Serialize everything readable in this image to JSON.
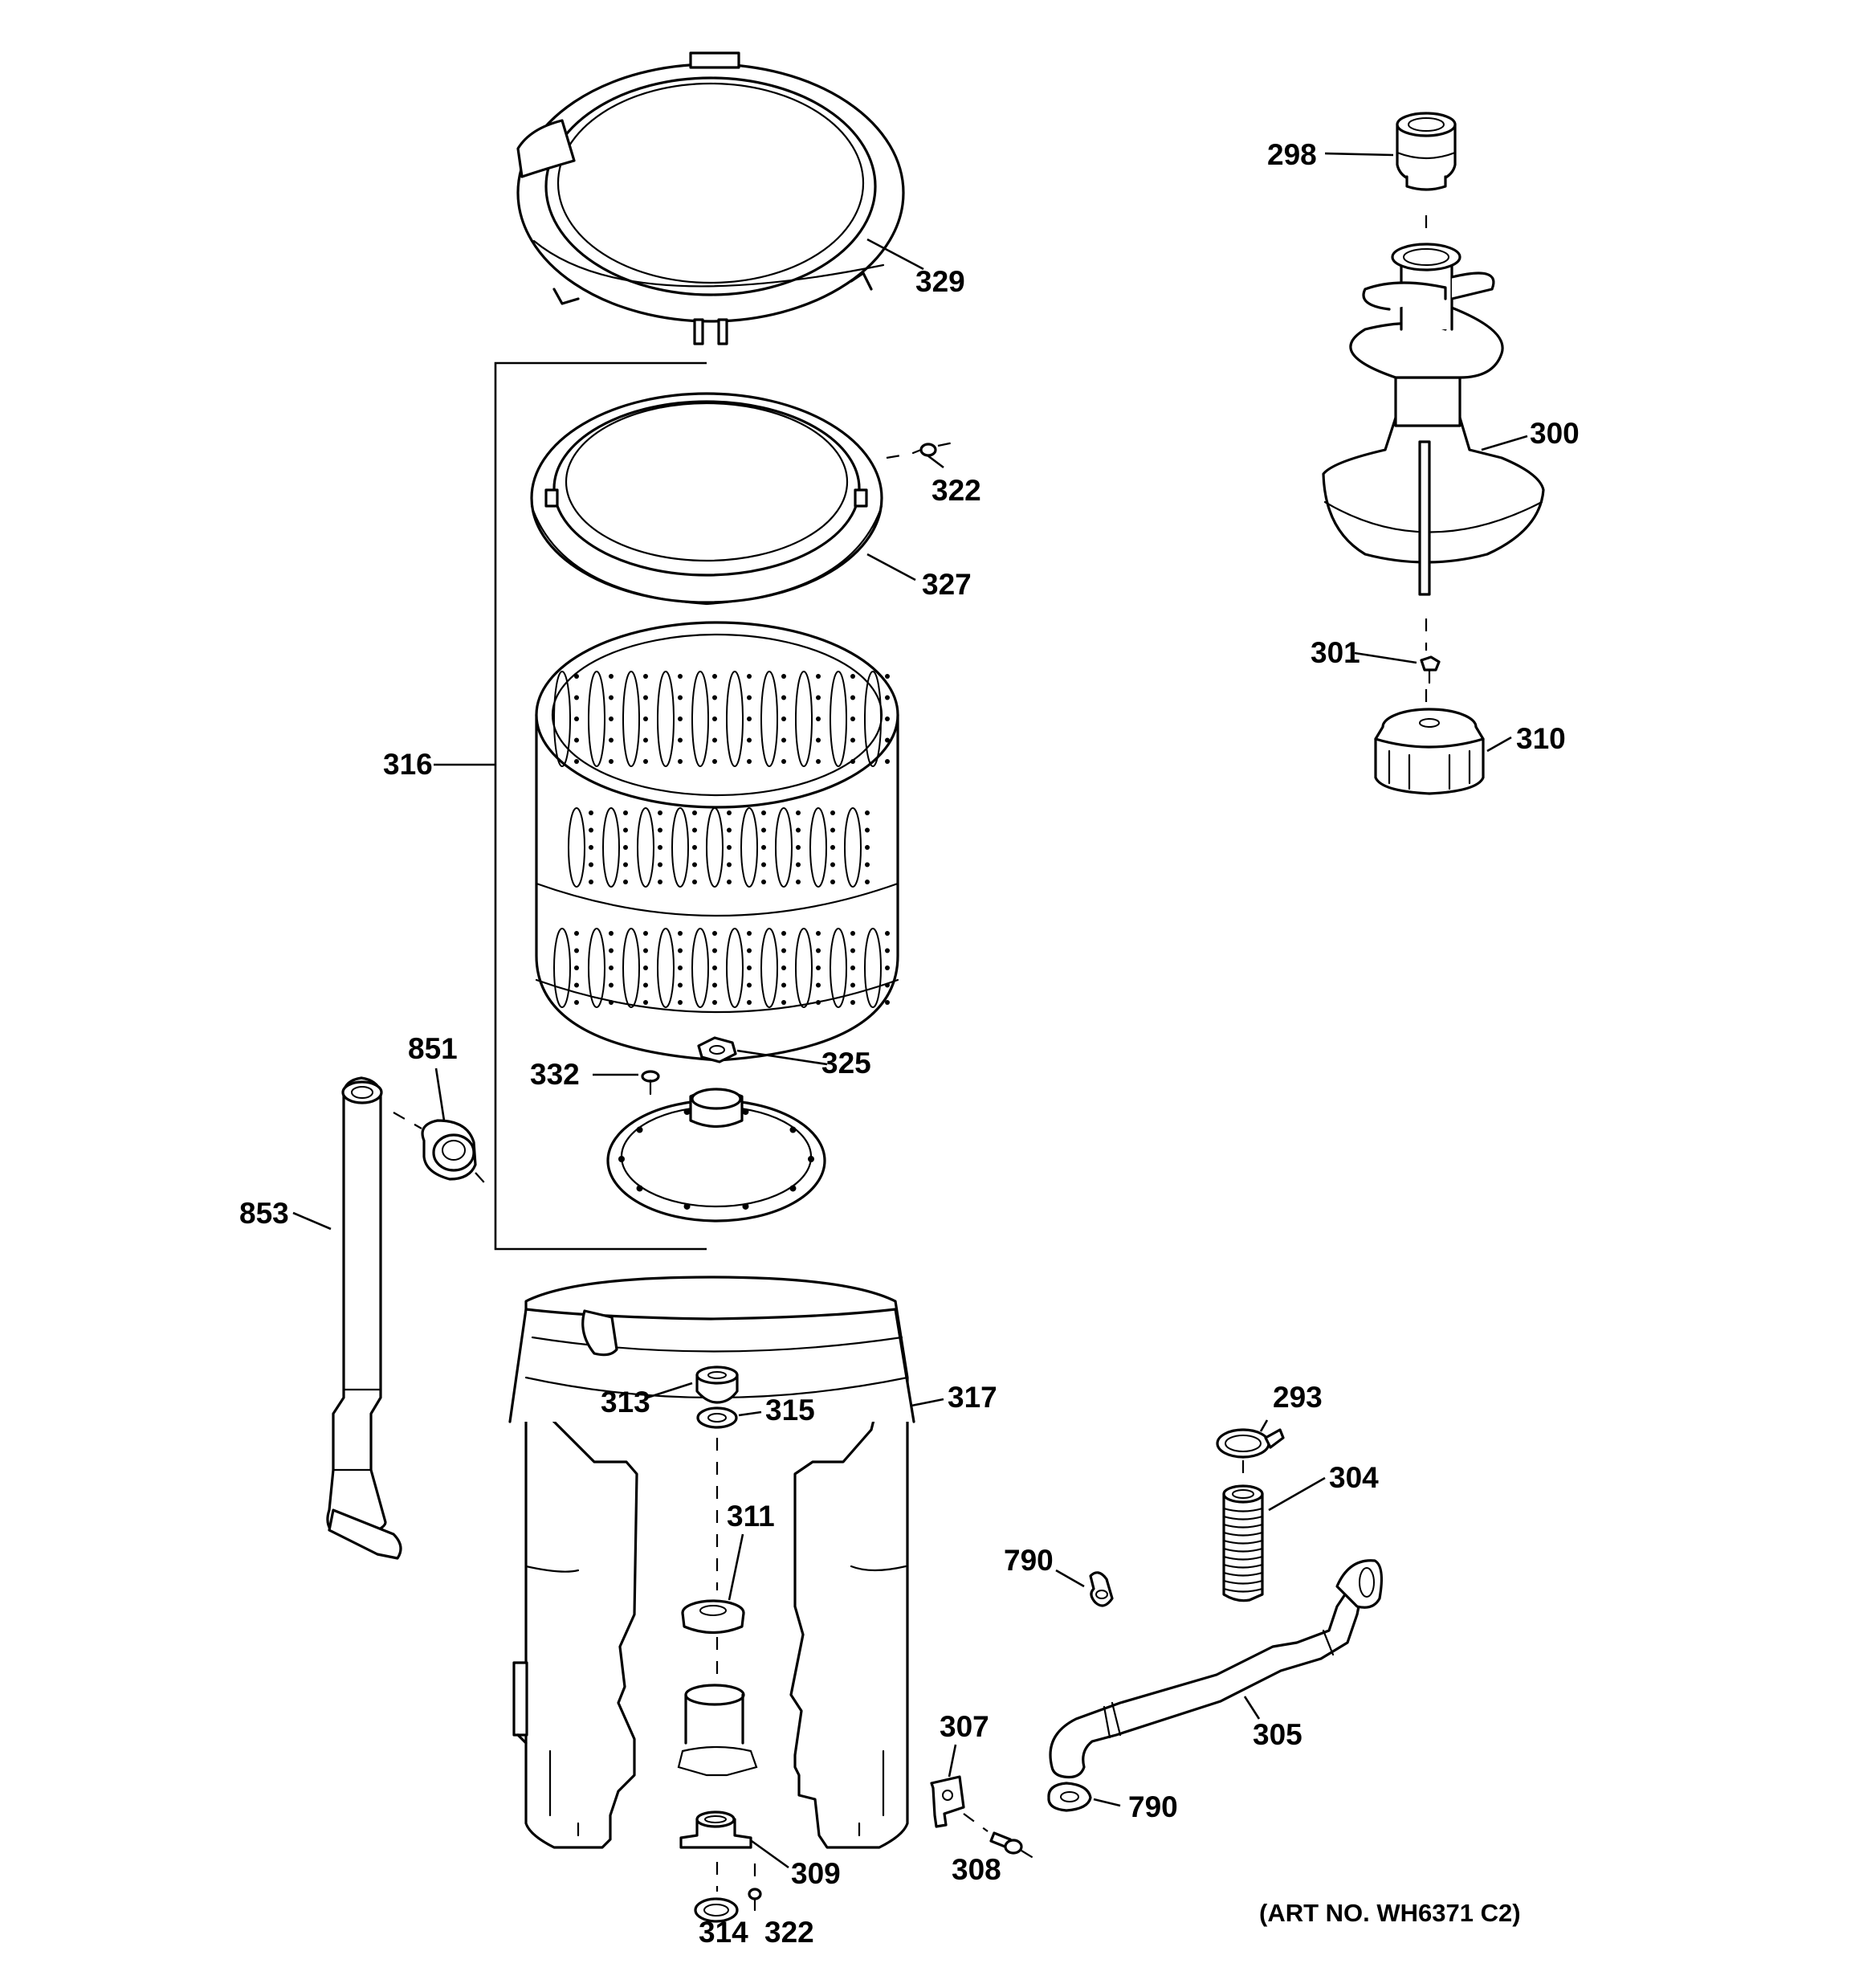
{
  "callouts": {
    "c298": "298",
    "c329": "329",
    "c300": "300",
    "c322a": "322",
    "c327": "327",
    "c301": "301",
    "c310": "310",
    "c316": "316",
    "c851": "851",
    "c332": "332",
    "c325": "325",
    "c853": "853",
    "c313": "313",
    "c315": "315",
    "c317": "317",
    "c293": "293",
    "c304": "304",
    "c311": "311",
    "c790a": "790",
    "c307": "307",
    "c305": "305",
    "c790b": "790",
    "c308": "308",
    "c309": "309",
    "c314": "314",
    "c322b": "322"
  },
  "art_number": "(ART NO. WH6371 C2)"
}
